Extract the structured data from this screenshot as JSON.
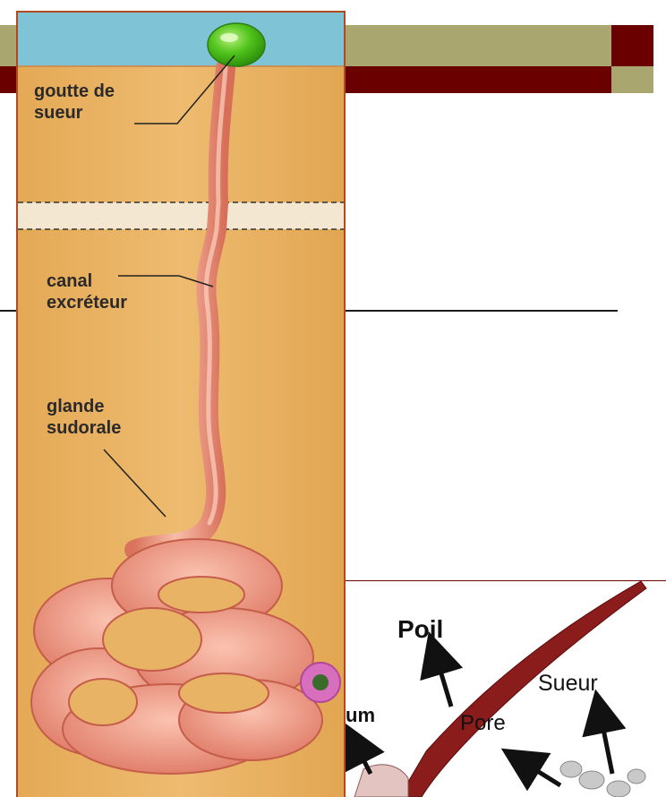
{
  "slide": {
    "colors": {
      "olive": "#a9a66f",
      "dark_red": "#6b0000"
    }
  },
  "sweat_gland_diagram": {
    "labels": {
      "drop": "goutte de\nsueur",
      "drop_line1": "goutte de",
      "drop_line2": "sueur",
      "duct_line1": "canal",
      "duct_line2": "excréteur",
      "gland_line1": "glande",
      "gland_line2": "sudorale"
    },
    "colors": {
      "skin_layer": "#e9b365",
      "surface": "#7ec3d6",
      "gland_tube": "#f2a38c",
      "sweat_drop": "#4fc31b"
    }
  },
  "skin_fragment": {
    "labels": {
      "hair": "Poil",
      "sweat": "Sueur",
      "pore": "Pore",
      "partial": "um"
    }
  }
}
